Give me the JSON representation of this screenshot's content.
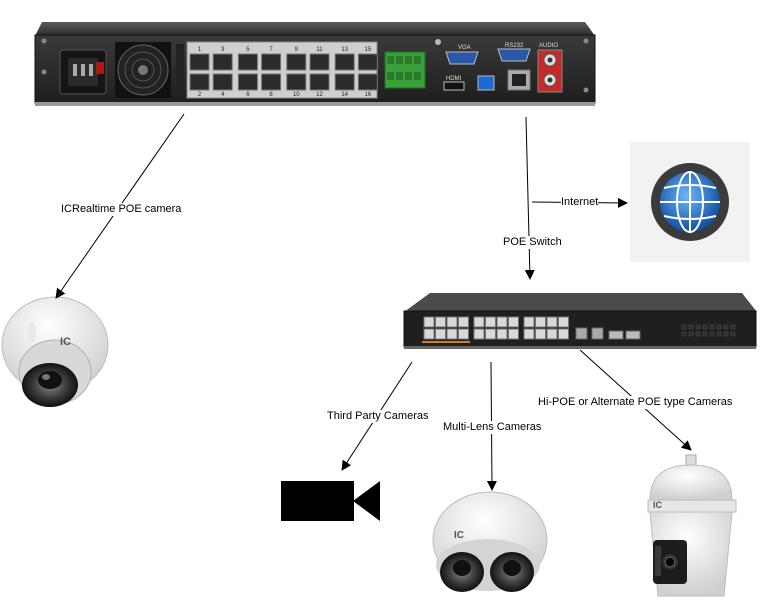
{
  "nvr": {
    "port_numbers_top": [
      "1",
      "3",
      "5",
      "7",
      "9",
      "11",
      "13",
      "15"
    ],
    "port_numbers_bottom": [
      "2",
      "4",
      "6",
      "8",
      "10",
      "12",
      "14",
      "16"
    ],
    "vga_label": "VGA",
    "rs232_label": "RS232",
    "hdmi_label": "HDMI",
    "audio_label": "AUDIO"
  },
  "edges": {
    "nvr_to_camera": "ICRealtime POE camera",
    "internet": "Internet",
    "poe_switch": "POE Switch",
    "third_party": "Third Party Cameras",
    "multi_lens": "Multi-Lens Cameras",
    "hi_poe": "Hi-POE or Alternate POE type Cameras"
  },
  "camera_logo": "IC"
}
